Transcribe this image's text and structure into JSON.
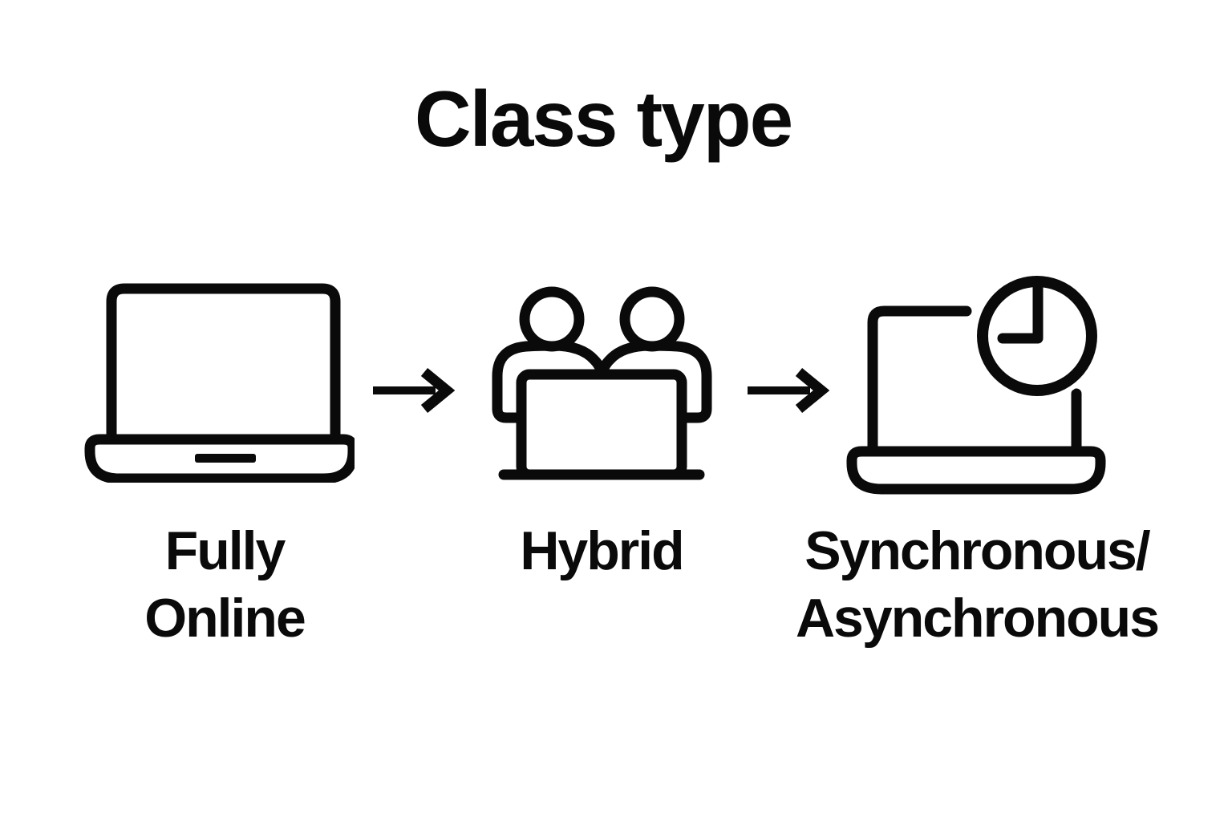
{
  "title": "Class type",
  "colors": {
    "foreground": "#0a0a0a",
    "background": "#ffffff"
  },
  "flow": {
    "connector_icon": "arrow-right-icon",
    "steps": [
      {
        "icon": "laptop-icon",
        "lines": [
          "Fully",
          "Online"
        ]
      },
      {
        "icon": "people-desk-icon",
        "lines": [
          "Hybrid"
        ]
      },
      {
        "icon": "laptop-clock-icon",
        "lines": [
          "Synchronous/",
          "Asynchronous"
        ]
      }
    ]
  }
}
